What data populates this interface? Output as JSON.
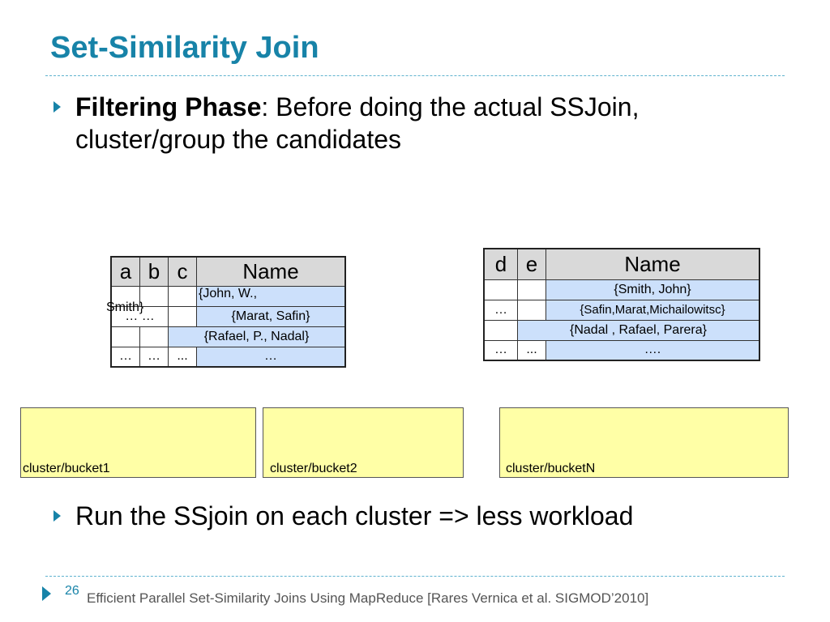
{
  "slide": {
    "title": "Set-Similarity Join",
    "bullets": [
      {
        "bold": "Filtering Phase",
        "text_line1": ": Before doing the actual SSJoin,",
        "text_line2": "cluster/group the candidates"
      },
      {
        "text": "Run the SSjoin on each cluster => less workload"
      }
    ],
    "table_left": {
      "headers": [
        "a",
        "b",
        "c",
        "Name"
      ],
      "rows": [
        [
          "",
          "",
          "",
          "{John, W.,"
        ],
        [
          "… …",
          "",
          "",
          "{Marat, Safin}"
        ],
        [
          "",
          "",
          "",
          "{Rafael, P., Nadal}"
        ],
        [
          "…",
          "…",
          "...",
          "…"
        ]
      ],
      "overflow_text": "Smith}"
    },
    "table_right": {
      "headers": [
        "d",
        "e",
        "Name"
      ],
      "rows": [
        [
          "",
          "",
          "{Smith, John}"
        ],
        [
          "…",
          "",
          "{Safin,Marat,Michailowitsc}"
        ],
        [
          "",
          "",
          "{Nadal , Rafael, Parera}"
        ],
        [
          "…",
          "...",
          "…."
        ]
      ]
    },
    "buckets": [
      "cluster/bucket1",
      "cluster/bucket2",
      "cluster/bucketN"
    ],
    "footer": {
      "page_number": "26",
      "citation": "Efficient Parallel Set-Similarity Joins Using MapReduce [Rares Vernica et al. SIGMOD’2010]"
    },
    "colors": {
      "title": "#1783a8",
      "table_highlight": "#cce0fb",
      "bucket_fill": "#ffffa6",
      "header_fill": "#d9d9d9"
    }
  }
}
